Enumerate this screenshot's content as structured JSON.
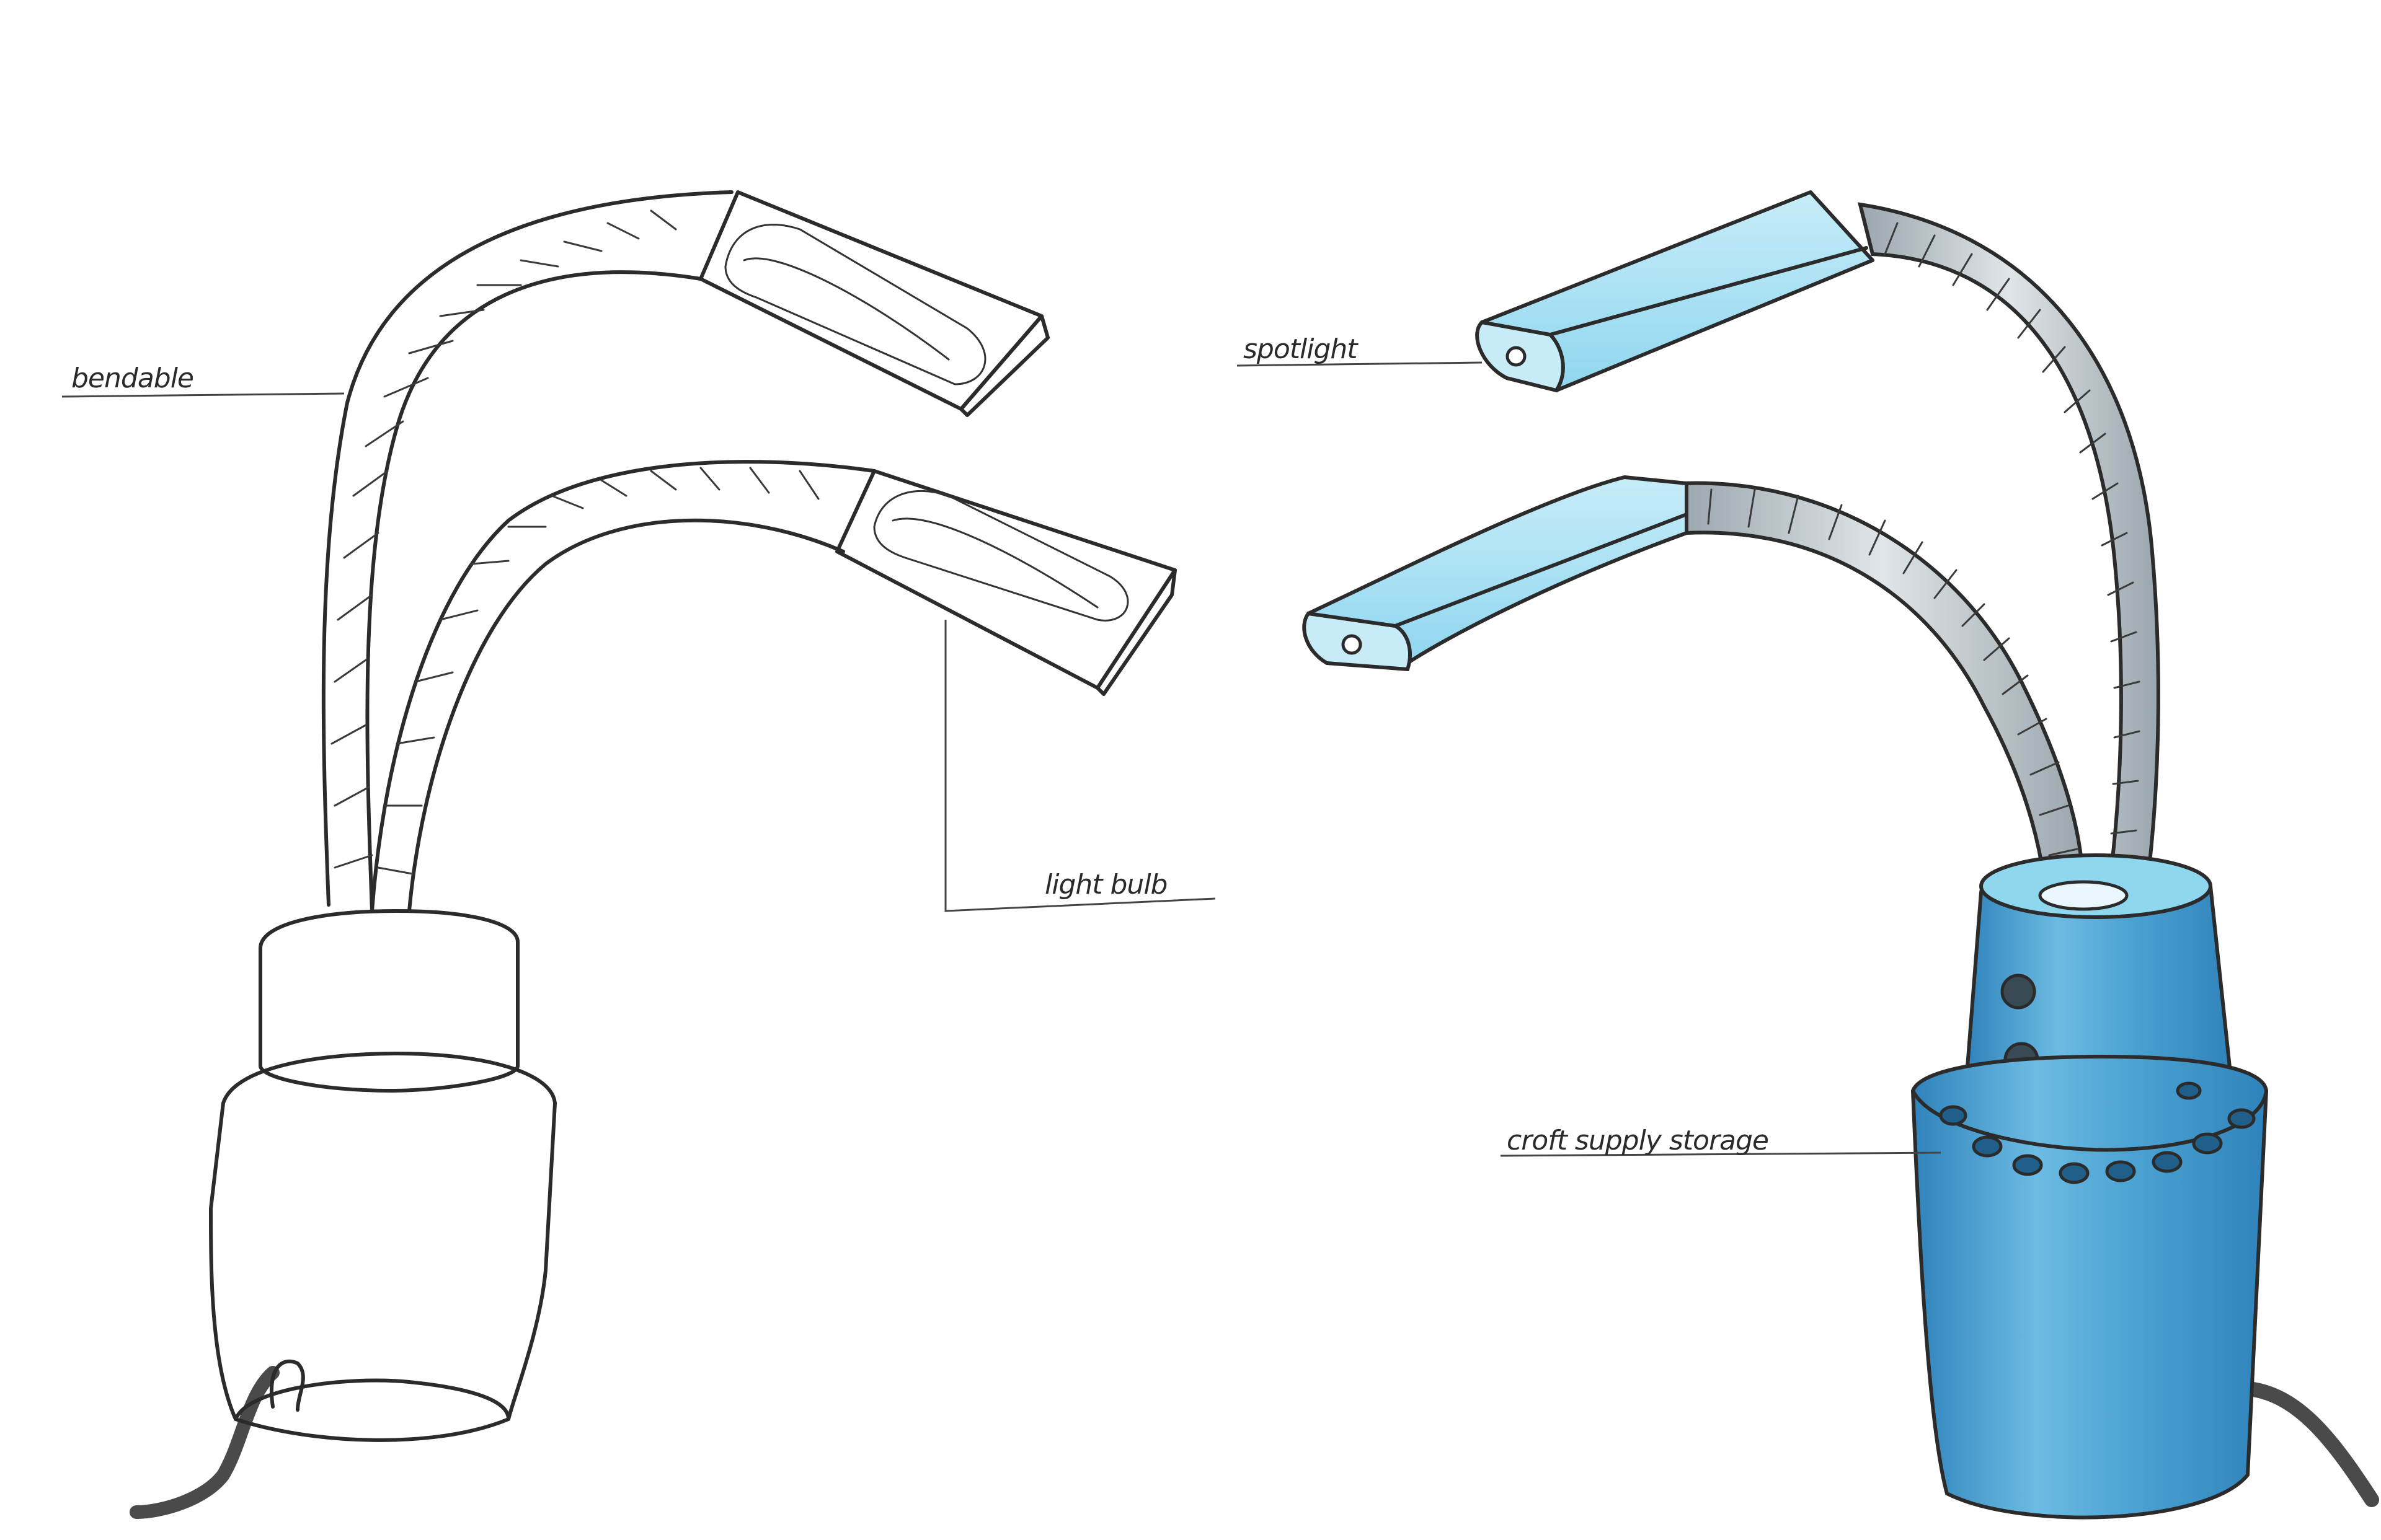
{
  "labels": {
    "bendable": "bendable",
    "light_bulb": "light bulb",
    "spotlight": "spotlight",
    "craft_supply_storage": "croft supply storage"
  },
  "colors": {
    "ink": "#2b2b2b",
    "light_blue": "#8fd6ef",
    "pale_blue": "#c7ecf8",
    "base_blue": "#4ea4d3",
    "base_dark_blue": "#2f83bb",
    "chrome_gray": "#b9c2c8",
    "cord_gray": "#4a4a4a"
  }
}
